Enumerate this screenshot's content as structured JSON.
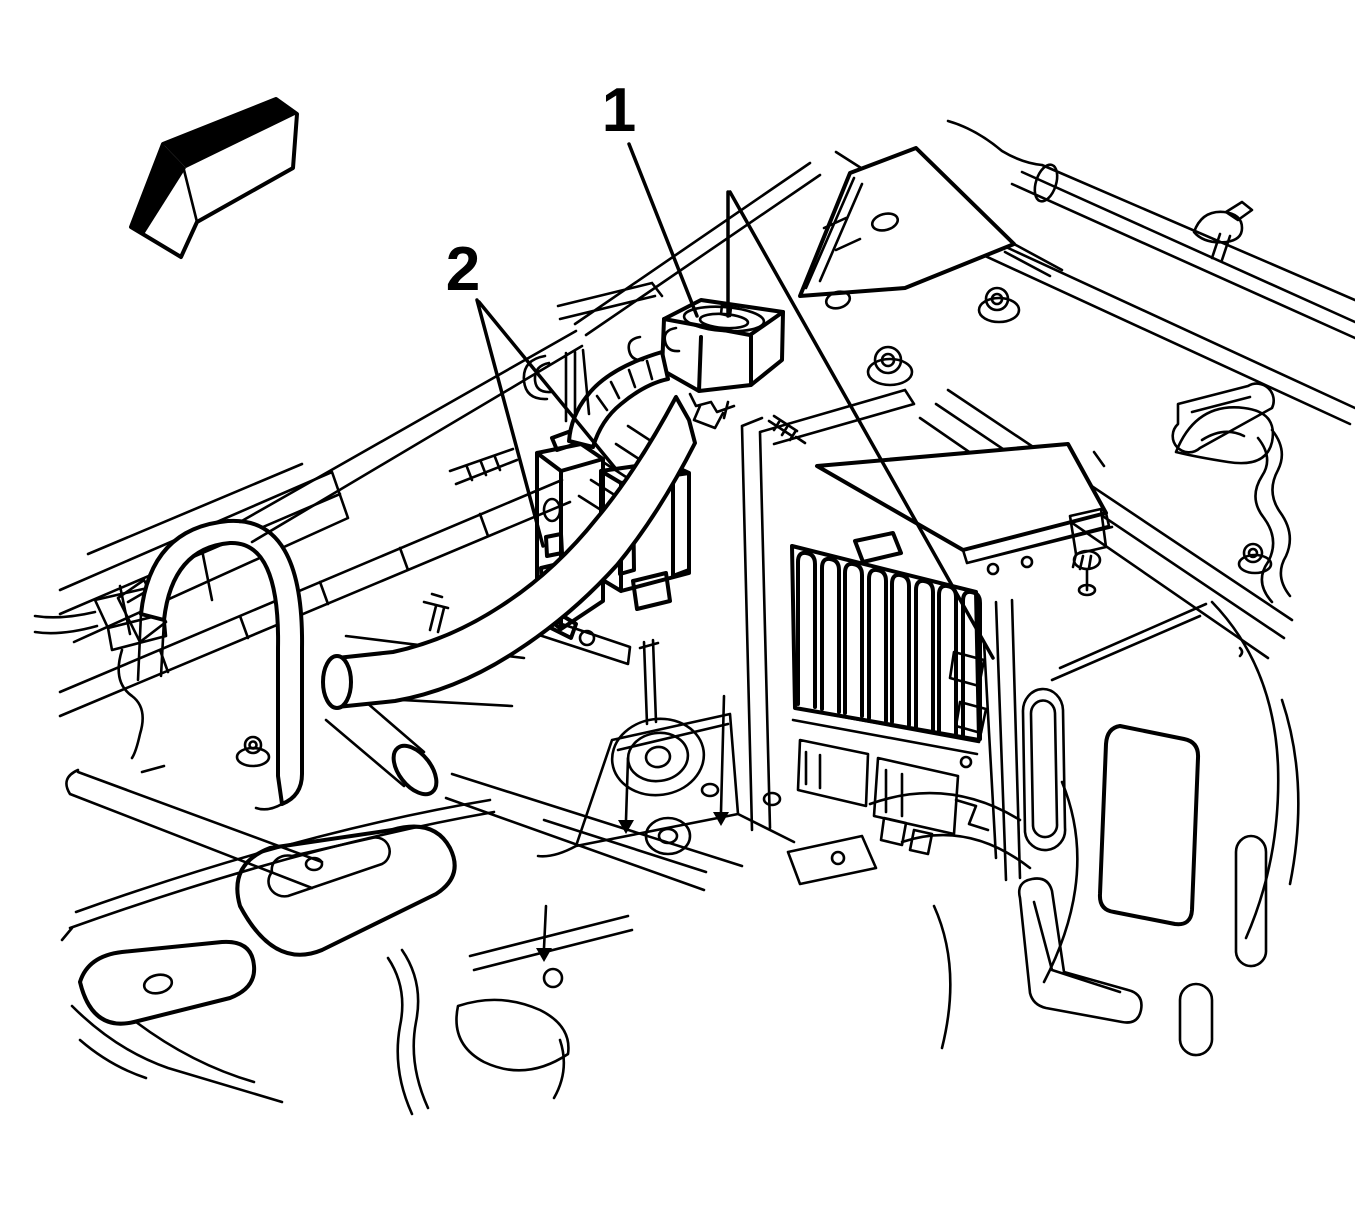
{
  "figure": {
    "background_color": "#ffffff",
    "line_color": "#000000",
    "callouts": {
      "c1": {
        "label": "1"
      },
      "c2": {
        "label": "2"
      }
    },
    "icons": {
      "direction_arrow": "front-of-vehicle-3d-arrow"
    }
  }
}
